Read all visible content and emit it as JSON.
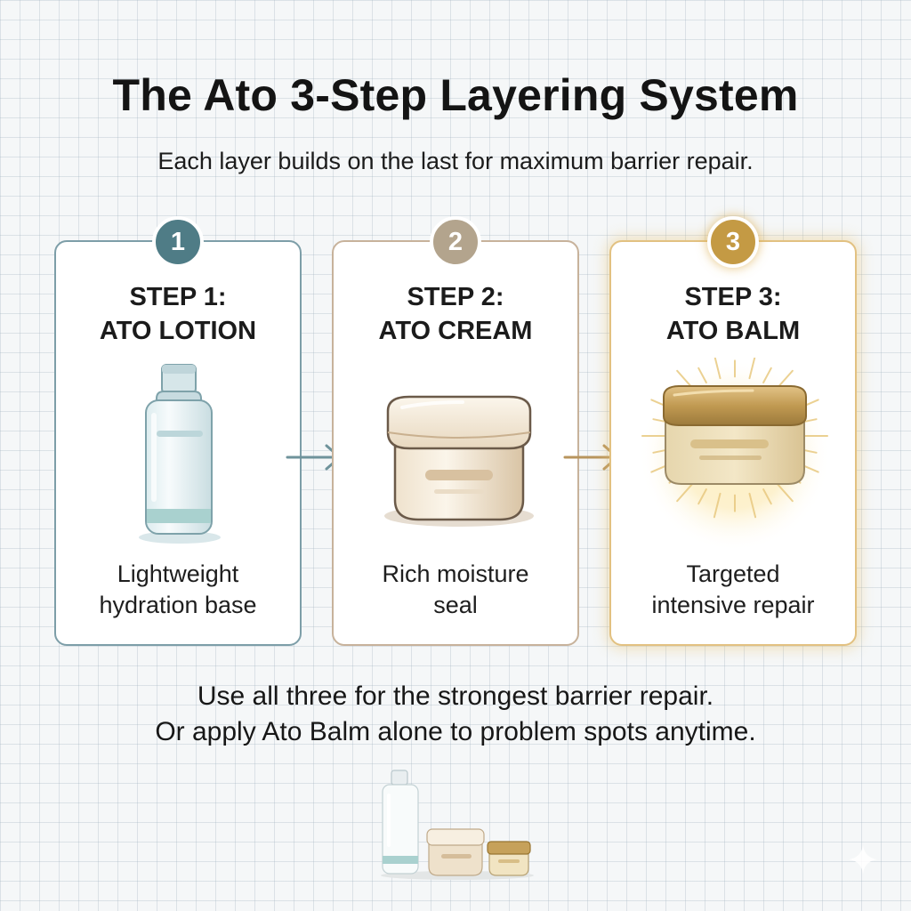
{
  "header": {
    "title": "The Ato 3-Step Layering System",
    "subtitle": "Each layer builds on the last for maximum barrier repair."
  },
  "steps": [
    {
      "number": "1",
      "step_label": "STEP 1:",
      "product": "ATO LOTION",
      "description": [
        "Lightweight",
        "hydration base"
      ],
      "illustration": "lotion-bottle-icon",
      "accent": "#4f7c86"
    },
    {
      "number": "2",
      "step_label": "STEP 2:",
      "product": "ATO CREAM",
      "description": [
        "Rich moisture",
        "seal"
      ],
      "illustration": "cream-jar-icon",
      "accent": "#b3a48d"
    },
    {
      "number": "3",
      "step_label": "STEP 3:",
      "product": "ATO BALM",
      "description": [
        "Targeted",
        "intensive repair"
      ],
      "illustration": "balm-jar-icon",
      "accent": "#c49a44"
    }
  ],
  "footer": {
    "line1": "Use all three for the strongest barrier repair.",
    "line2": "Or apply Ato Balm alone to problem spots anytime."
  },
  "colors": {
    "teal": "#4f7c86",
    "taupe": "#b3a48d",
    "gold": "#c49a44",
    "grid": "#c9d3da"
  }
}
